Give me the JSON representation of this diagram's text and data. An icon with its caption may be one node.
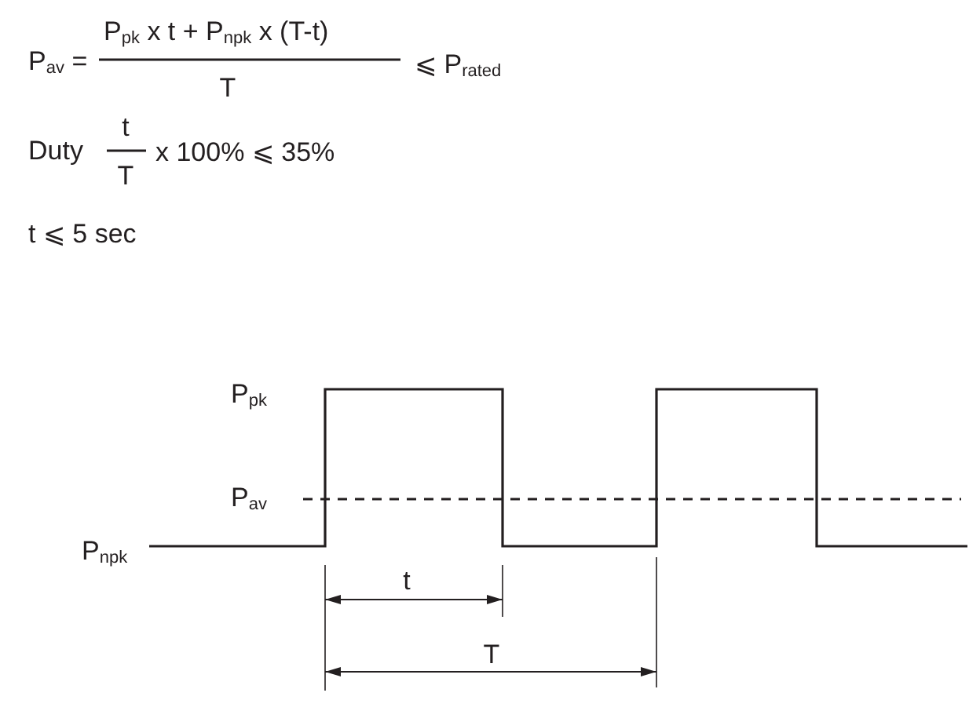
{
  "diagram": {
    "labels": [
      "P$_{av}$ =",
      "P$_{pk}$ x  t + P$_{npk}$ x  (T-t)",
      "T",
      "⩽  P$_{rated}$",
      "Duty",
      "t",
      "T",
      "x 100% ⩽  35%",
      "t ⩽  5 sec",
      "P$_{pk}$",
      "P$_{av}$",
      "P$_{npk}$",
      "t",
      "T"
    ]
  }
}
